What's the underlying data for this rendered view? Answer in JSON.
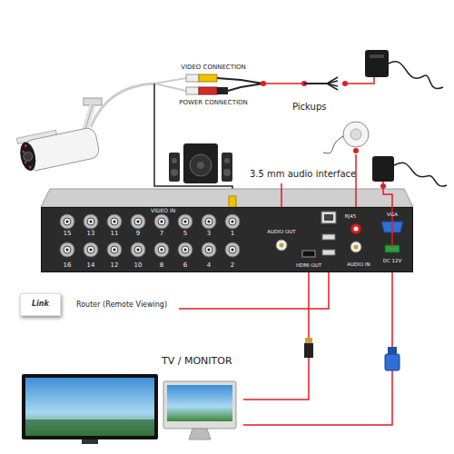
{
  "diagram": {
    "nodes": [
      {
        "text": [
          "Pickups"
        ]
      },
      {
        "text": [
          "3.5 mm audio interface"
        ]
      },
      {
        "text": [
          "VIDEO IN"
        ]
      },
      {
        "text": [
          "Link",
          "Router (Remote Viewing)"
        ]
      },
      {
        "text": [
          "TV / MONITOR"
        ]
      }
    ],
    "edges": [
      {
        "from": 0,
        "to": 2,
        "arrow": "none"
      },
      {
        "from": 1,
        "to": 2,
        "arrow": "none"
      },
      {
        "from": 3,
        "to": 2,
        "arrow": "none"
      },
      {
        "from": 4,
        "to": 2,
        "arrow": "none"
      },
      {
        "from": 4,
        "to": 2,
        "arrow": "none"
      }
    ],
    "labels": [
      "VIDEO CONNECTION",
      "POWER CONNECTION",
      "15",
      "13",
      "11",
      "9",
      "7",
      "5",
      "3",
      "1",
      "16",
      "14",
      "12",
      "10",
      "8",
      "6",
      "4",
      "2",
      "AUDIO OUT",
      "HDMI OUT",
      "RJ45",
      "AUDIO IN",
      "VGA",
      "DC 12V"
    ]
  }
}
